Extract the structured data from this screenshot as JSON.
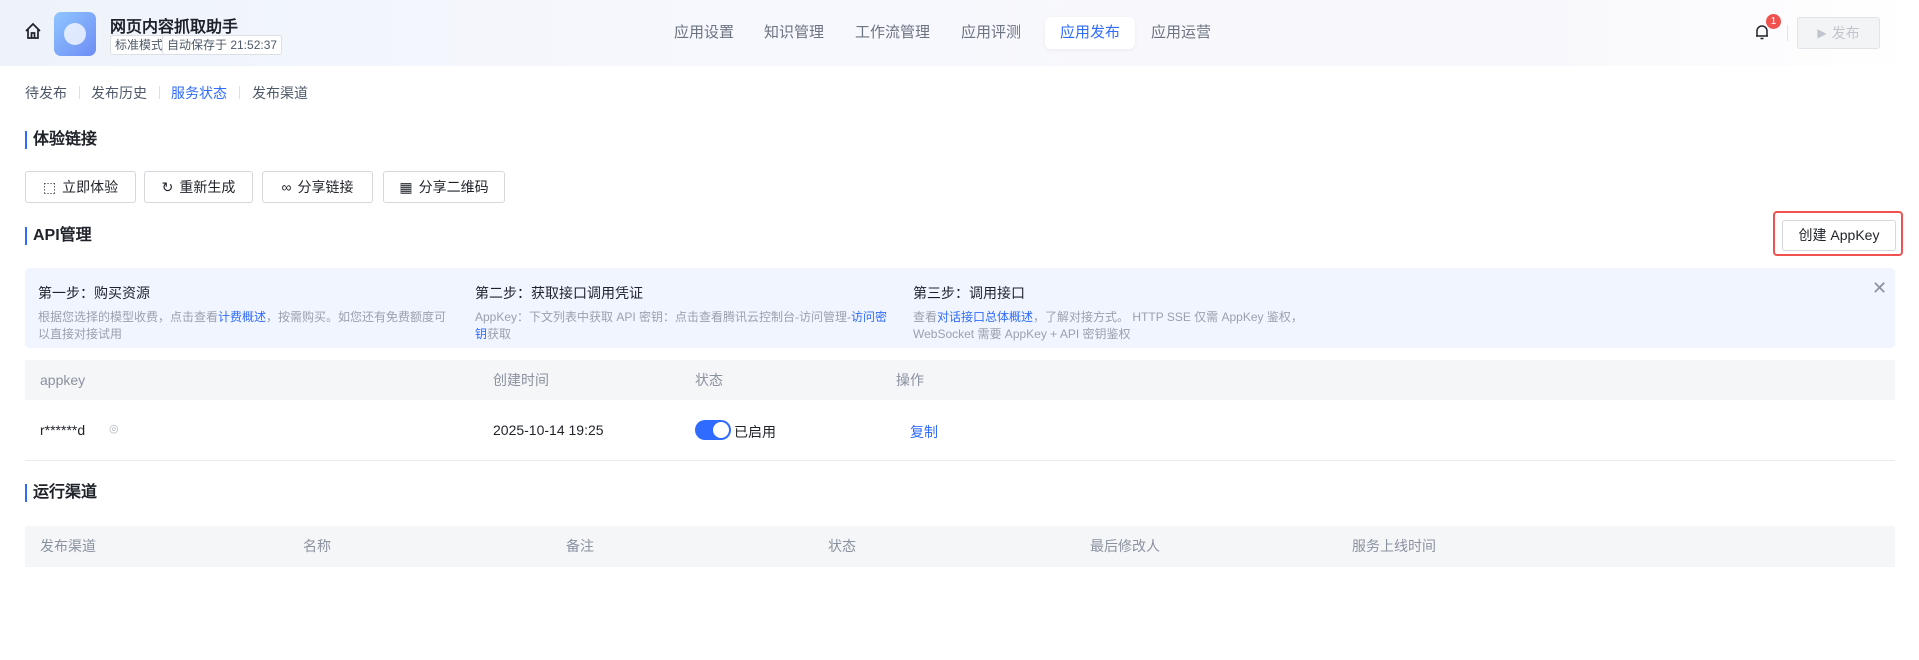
{
  "header": {
    "app_title": "网页内容抓取助手",
    "mode_tag": "标准模式",
    "autosave": "自动保存于 21:52:37",
    "nav": [
      "应用设置",
      "知识管理",
      "工作流管理",
      "应用评测",
      "应用发布",
      "应用运营"
    ],
    "active_nav": 4,
    "notification_count": "1",
    "publish_label": "发布"
  },
  "subnav": {
    "items": [
      "待发布",
      "发布历史",
      "服务状态",
      "发布渠道"
    ],
    "active": 2
  },
  "experience": {
    "title": "体验链接",
    "buttons": [
      "立即体验",
      "重新生成",
      "分享链接",
      "分享二维码"
    ]
  },
  "api": {
    "title": "API管理",
    "create_label": "创建 AppKey",
    "steps": [
      {
        "title": "第一步：购买资源",
        "pre": "根据您选择的模型收费，点击查看",
        "link": "计费概述",
        "post": "，按需购买。如您还有免费额度可以直接对接试用"
      },
      {
        "title": "第二步：获取接口调用凭证",
        "pre": "AppKey：下文列表中获取 API 密钥：点击查看腾讯云控制台-访问管理-",
        "link": "访问密钥",
        "post": "获取"
      },
      {
        "title": "第三步：调用接口",
        "pre": "查看",
        "link": "对话接口总体概述",
        "post": "，了解对接方式。 HTTP SSE 仅需 AppKey 鉴权，WebSocket 需要 AppKey + API 密钥鉴权"
      }
    ],
    "columns": [
      "appkey",
      "创建时间",
      "状态",
      "操作"
    ],
    "rows": [
      {
        "appkey": "r******d",
        "created": "2025-10-14 19:25",
        "status": "已启用",
        "enabled": true,
        "action": "复制"
      }
    ]
  },
  "channels": {
    "title": "运行渠道",
    "columns": [
      "发布渠道",
      "名称",
      "备注",
      "状态",
      "最后修改人",
      "服务上线时间"
    ]
  },
  "colors": {
    "accent": "#2f6bff",
    "highlight": "#f0524f"
  }
}
